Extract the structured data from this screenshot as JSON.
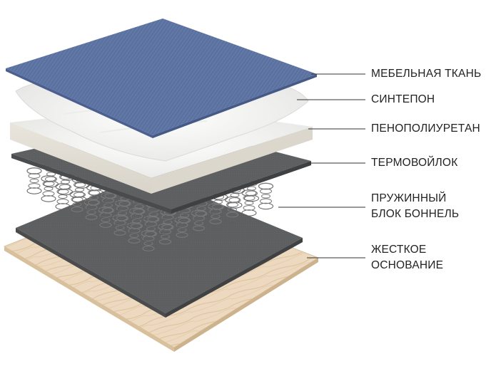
{
  "layers": [
    {
      "id": "fabric",
      "label_lines": [
        "МЕБЕЛЬНАЯ ТКАНЬ"
      ]
    },
    {
      "id": "sintepon",
      "label_lines": [
        "СИНТЕПОН"
      ]
    },
    {
      "id": "ppu",
      "label_lines": [
        "ПЕНОПОЛИУРЕТАН"
      ]
    },
    {
      "id": "felt",
      "label_lines": [
        "ТЕРМОВОЙЛОК"
      ]
    },
    {
      "id": "springs",
      "label_lines": [
        "ПРУЖИННЫЙ",
        "БЛОК БОННЕЛЬ"
      ]
    },
    {
      "id": "base",
      "label_lines": [
        "ЖЕСТКОЕ",
        "ОСНОВАНИЕ"
      ]
    }
  ],
  "colors": {
    "fabric": "#5b72a0",
    "sintepon": "#f2f2f0",
    "ppu": "#ece8e0",
    "felt": "#5d5e60",
    "spring_wire": "#7a7a7a",
    "base": "#ead7bd",
    "leader_line": "#333333",
    "text": "#222222"
  }
}
